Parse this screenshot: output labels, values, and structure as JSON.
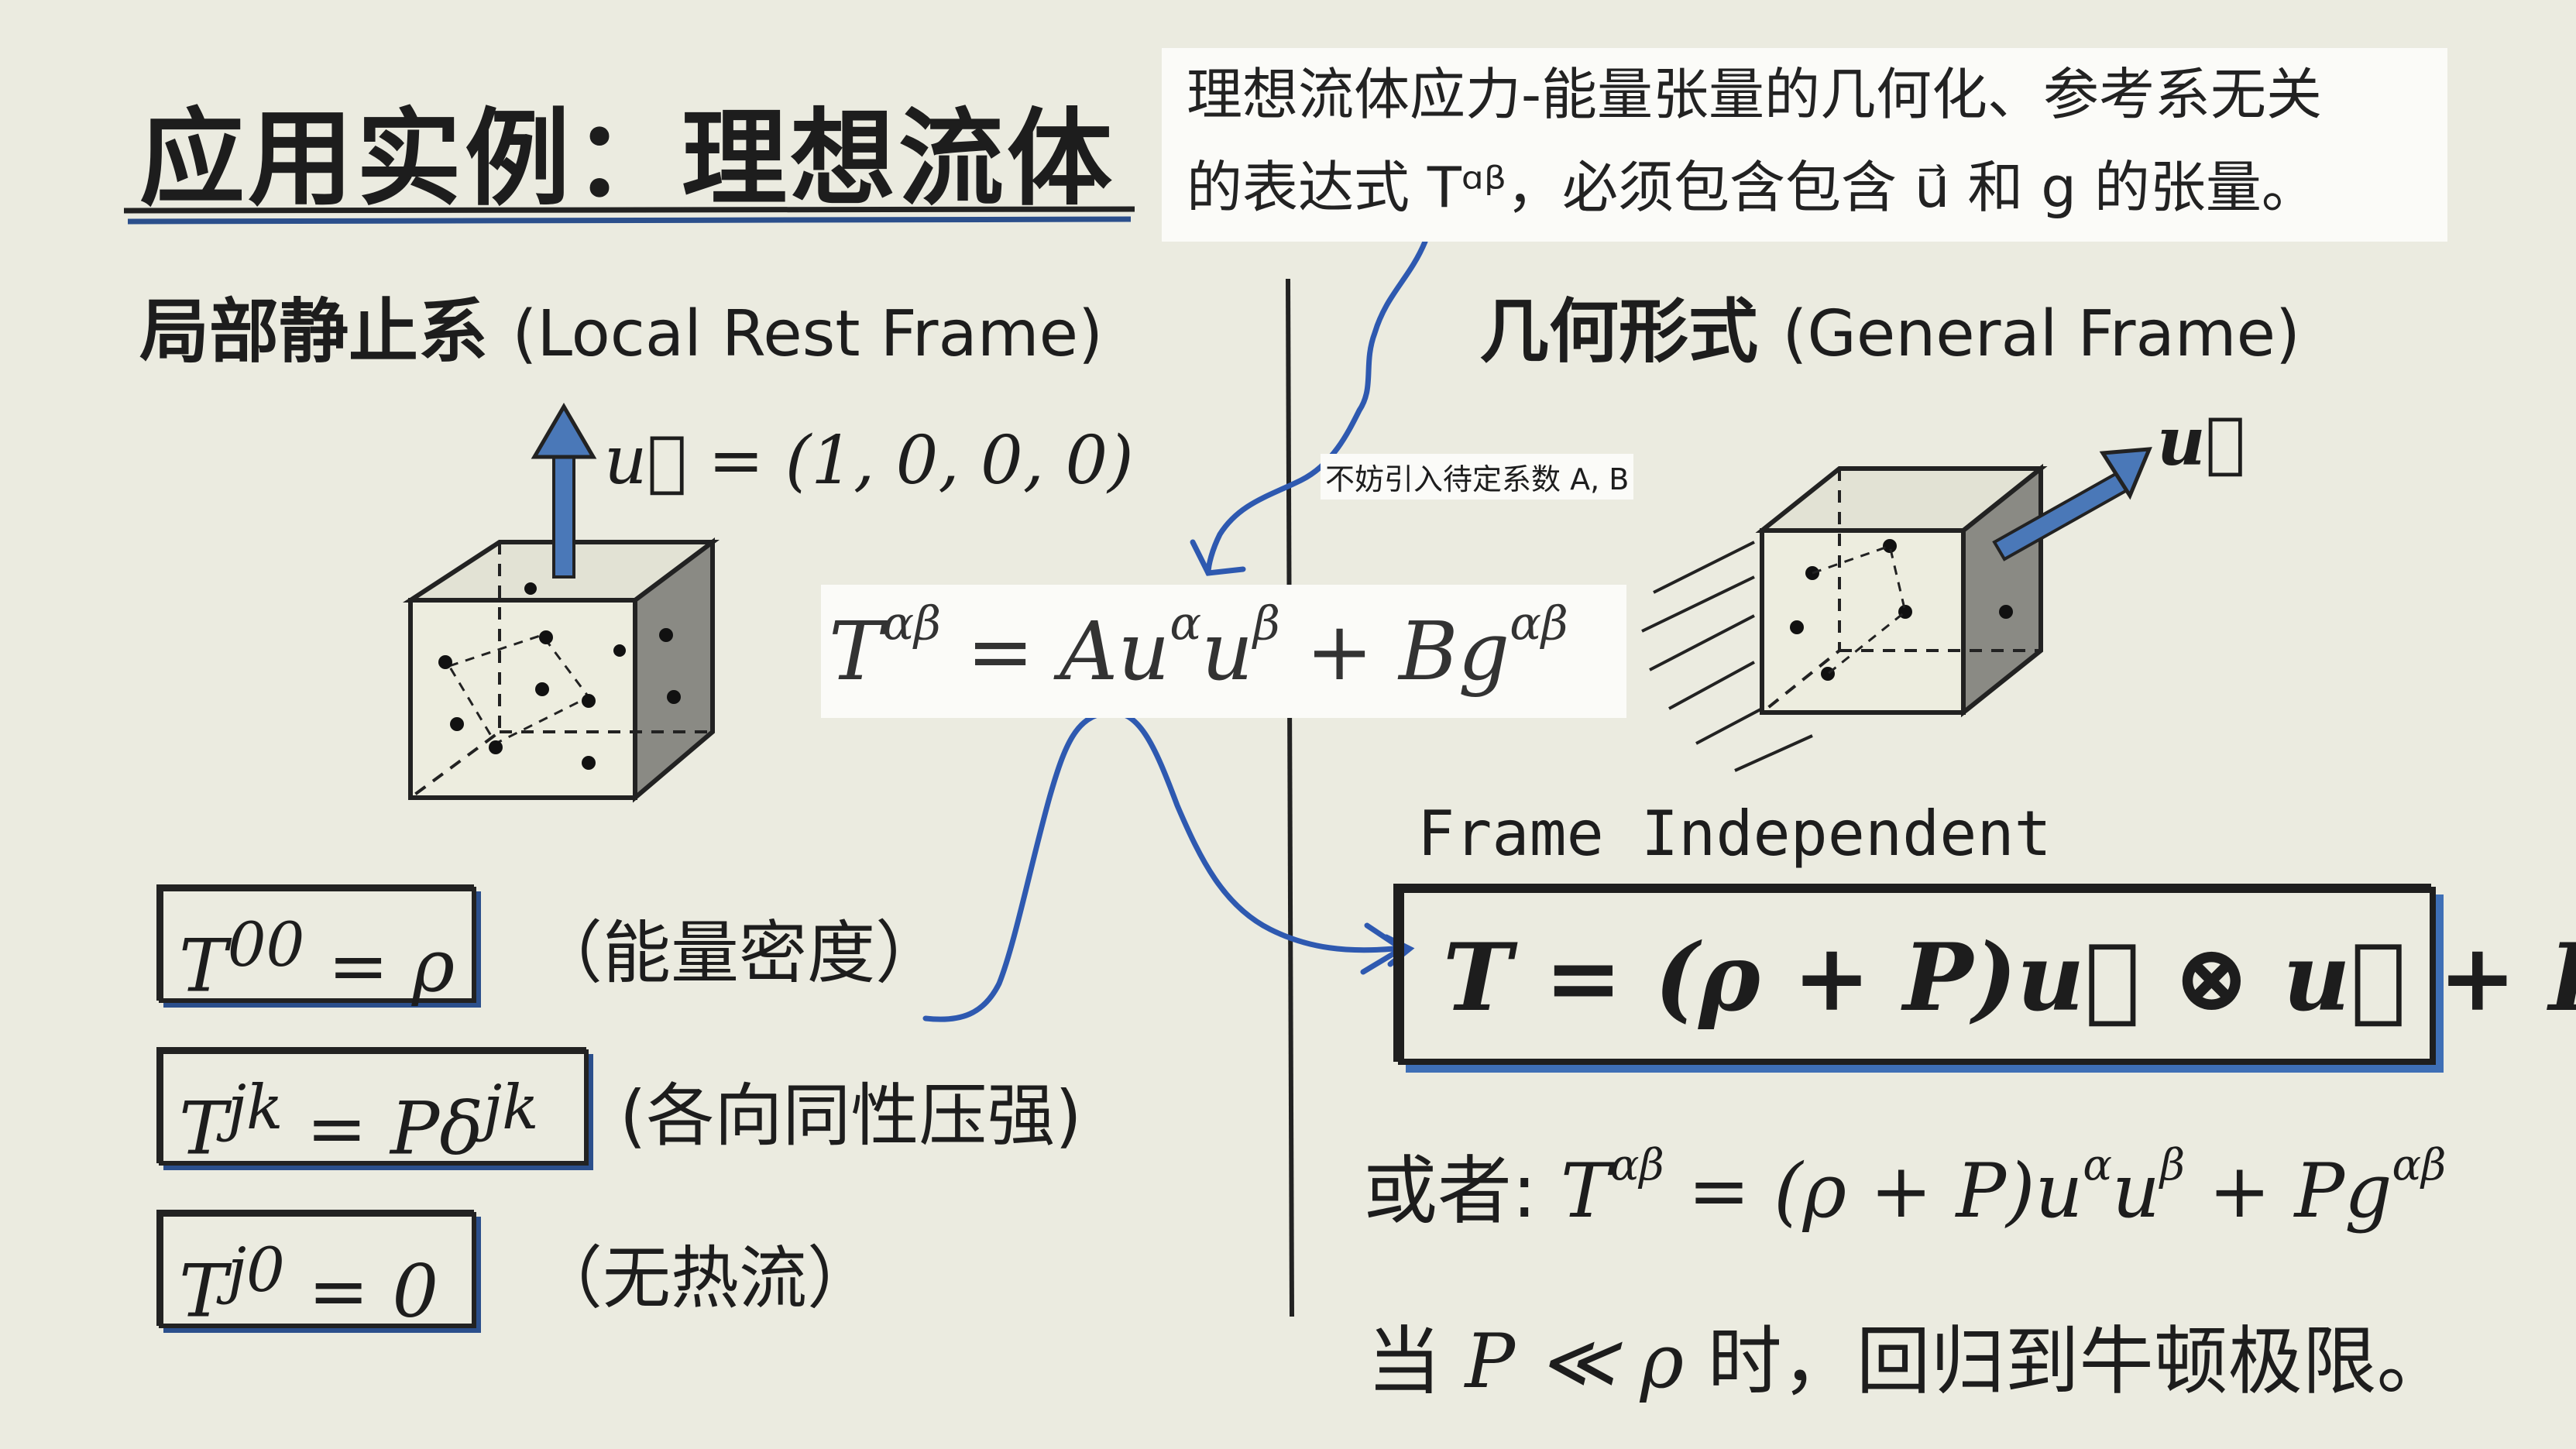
{
  "title": "应用实例：理想流体",
  "annotation_note": {
    "line1": "理想流体应力-能量张量的几何化、参考系无关",
    "line2": "的表达式 Tᵅᵝ，必须包含包含 u⃗ 和 g 的张量。"
  },
  "left_heading": {
    "cn": "局部静止系",
    "en": "(Local Rest Frame)"
  },
  "right_heading": {
    "cn": "几何形式",
    "en": "(General Frame)"
  },
  "rest_velocity": "u⃗ = (1, 0, 0, 0)",
  "right_velocity_label": "u⃗",
  "coefficient_note": "不妨引入待定系数 A, B",
  "ansatz": {
    "lhs": "T",
    "lhs_sup": "αβ",
    "mid1": " = Au",
    "sup1": "α",
    "mid2": "u",
    "sup2": "β",
    "mid3": " + Bg",
    "sup3": "αβ"
  },
  "components": [
    {
      "lhs": "T",
      "sup": "00",
      "rhs": " = ρ",
      "caption": "（能量密度）"
    },
    {
      "lhs": "T",
      "sup": "jk",
      "rhs": " = Pδ",
      "rhs_sup": "jk",
      "caption": "(各向同性压强)"
    },
    {
      "lhs": "T",
      "sup": "j0",
      "rhs": " = 0",
      "caption": "（无热流）"
    }
  ],
  "frame_independent": "Frame Independent",
  "covariant_form": "T = (ρ + P)u⃗ ⊗ u⃗ + Pg",
  "alternative": {
    "prefix": "或者: ",
    "lhs": "T",
    "lhs_sup": "αβ",
    "a": " = (ρ + P)u",
    "sa": "α",
    "b": "u",
    "sb": "β",
    "c": " + Pg",
    "sc": "αβ"
  },
  "newtonian_limit": {
    "pre": "当 ",
    "cond": "P ≪ ρ",
    "post": " 时，回归到牛顿极限。"
  },
  "colors": {
    "background": "#ebebe0",
    "ink": "#1d1d1d",
    "pen_blue": "#2e59b0",
    "arrow_blue": "#4a78b8"
  }
}
